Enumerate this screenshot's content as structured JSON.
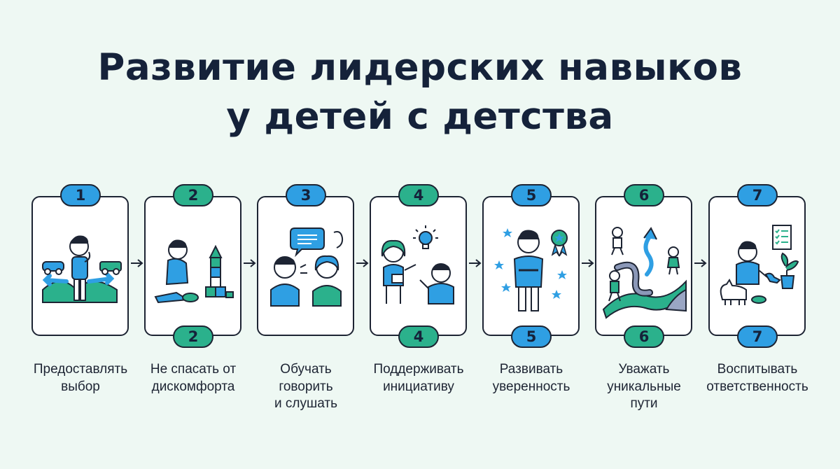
{
  "title": {
    "line1": "Развитие лидерских навыков",
    "line2": "у детей с детства"
  },
  "colors": {
    "background": "#eef8f3",
    "title": "#15223a",
    "badge_blue": "#2f9fe3",
    "badge_teal": "#2bb18c",
    "outline": "#1d2433"
  },
  "steps": [
    {
      "number": "1",
      "badge_color": "blue",
      "icon": "child-choosing-between-toys-icon",
      "caption": [
        "Предоставлять",
        "выбор"
      ]
    },
    {
      "number": "2",
      "badge_color": "teal",
      "icon": "child-tying-shoe-blocks-icon",
      "caption": [
        "Не спасать от",
        "дискомфорта"
      ]
    },
    {
      "number": "3",
      "badge_color": "blue",
      "icon": "children-talking-listening-icon",
      "caption": [
        "Обучать",
        "говорить",
        "и слушать"
      ]
    },
    {
      "number": "4",
      "badge_color": "teal",
      "icon": "children-idea-lightbulb-icon",
      "caption": [
        "Поддерживать",
        "инициативу"
      ]
    },
    {
      "number": "5",
      "badge_color": "blue",
      "icon": "confident-child-medal-icon",
      "caption": [
        "Развивать",
        "уверенность"
      ]
    },
    {
      "number": "6",
      "badge_color": "teal",
      "icon": "children-different-paths-icon",
      "caption": [
        "Уважать",
        "уникальные",
        "пути"
      ]
    },
    {
      "number": "7",
      "badge_color": "blue",
      "icon": "child-caring-pet-plant-icon",
      "caption": [
        "Воспитывать",
        "ответственность"
      ]
    }
  ]
}
